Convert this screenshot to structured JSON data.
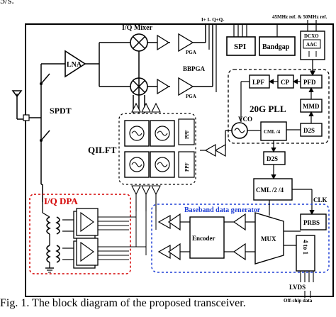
{
  "top_fragment": "5/s.",
  "caption": "Fig. 1. The block diagram of the proposed transceiver.",
  "labels": {
    "iq_mixer": "I/Q Mixer",
    "iq_pins": "I+ I- Q+Q-",
    "ref_clock": "45MHz ref. & 50MHz ref.",
    "spi": "SPI",
    "bandgap": "Bandgap",
    "dcxo": "DCXO",
    "aac": "AAC",
    "lna": "LNA",
    "pga": "PGA",
    "bbpga": "BBPGA",
    "pll": "20G PLL",
    "lpf": "LPF",
    "cp": "CP",
    "pfd": "PFD",
    "mmd": "MMD",
    "vco": "VCO",
    "cml4": "CML /4",
    "d2s": "D2S",
    "d2s2": "D2S",
    "spdt": "SPDT",
    "qilft": "QILFT",
    "ppf": "PPF",
    "cml24": "CML /2 /4",
    "clk": "CLK",
    "iq_dpa": "I/Q DPA",
    "bb_gen": "Baseband data generator",
    "encoder": "Encoder",
    "mux": "MUX",
    "prbs": "PRBS",
    "four_to_one": "4 to 1",
    "lvds": "LVDS",
    "offchip": "Off-chip data"
  },
  "colors": {
    "ink": "#000000",
    "red_group": "#d40000",
    "blue_group": "#1f3fd6"
  }
}
